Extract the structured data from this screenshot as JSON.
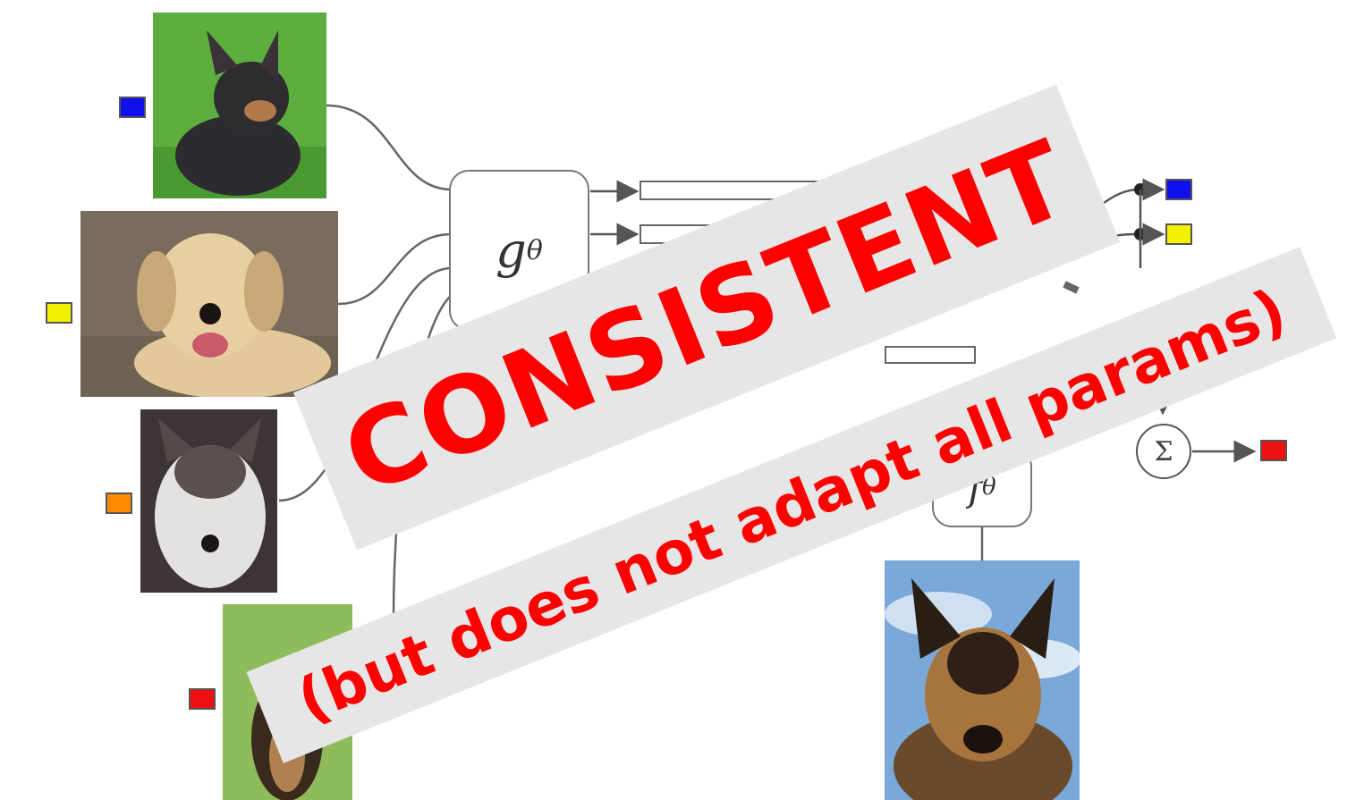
{
  "diagram": {
    "embed_function_g": "g",
    "embed_function_g_sub": "θ",
    "embed_function_f": "f",
    "embed_function_f_sub": "θ",
    "sum_symbol": "Σ",
    "support_set": [
      {
        "name": "chihuahua-photo",
        "label_color": "#1010ee"
      },
      {
        "name": "labrador-photo",
        "label_color": "#f2f200"
      },
      {
        "name": "husky-photo",
        "label_color": "#ff8c00"
      },
      {
        "name": "shepherd-small-photo",
        "label_color": "#ee1111"
      }
    ],
    "output_labels": [
      "#1010ee",
      "#f2f200"
    ],
    "prediction_color": "#ee1111",
    "query": {
      "name": "german-shepherd-photo"
    }
  },
  "overlay": {
    "headline": "CONSISTENT",
    "subline": "(but does not adapt all params)",
    "text_color": "#ff0000",
    "banner_color": "#e6e6e6"
  }
}
